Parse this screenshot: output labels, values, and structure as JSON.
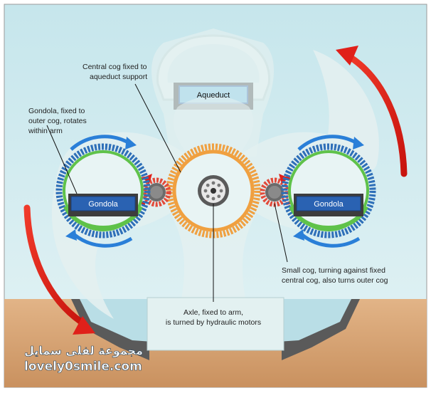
{
  "labels": {
    "central_cog": [
      "Central cog fixed to",
      "aqueduct support"
    ],
    "gondola_note": [
      "Gondola, fixed to",
      "outer cog, rotates",
      "within arm"
    ],
    "aqueduct": "Aqueduct",
    "gondola_left": "Gondola",
    "gondola_right": "Gondola",
    "small_cog": [
      "Small cog, turning against fixed",
      "central cog, also turns outer cog"
    ],
    "axle": [
      "Axle, fixed to arm,",
      "is turned by hydraulic motors"
    ]
  },
  "watermark": {
    "arabic": "مجموعة لفلى سمايل",
    "latin": "lovely0smile.com"
  },
  "colors": {
    "sky": "#cfe9ee",
    "ground": "#d9a77a",
    "water": "#bfe6ee",
    "arm": "#e3f0f0",
    "central_cog": "#f0a040",
    "small_cog": "#e24a3a",
    "outer_cog": "#2e6fb8",
    "inner_ring": "#5fc24a",
    "gondola": "#2a62b2",
    "arrow_red": "#e0201a",
    "arrow_blue": "#2a7fd8"
  }
}
